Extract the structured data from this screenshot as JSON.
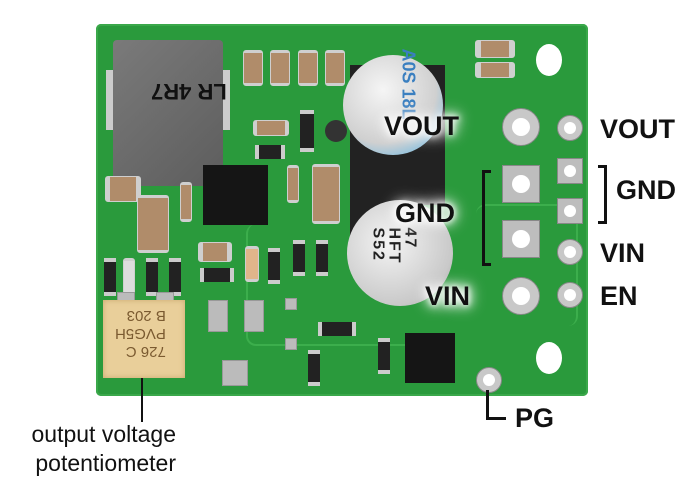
{
  "labels": {
    "vout_large": "VOUT",
    "vout_small": "VOUT",
    "gnd_left": "GND",
    "gnd_right": "GND",
    "vin_large": "VIN",
    "vin_small": "VIN",
    "en": "EN",
    "pg": "PG",
    "pot_line1": "output voltage",
    "pot_line2": "potentiometer"
  },
  "markings": {
    "inductor": "LR 4R7",
    "cap_top": "A0S 18L",
    "cap_bottom": [
      "47",
      "HFT",
      "S52"
    ],
    "pot": [
      "726 C",
      "PVG5H",
      "B 203"
    ]
  },
  "colors": {
    "board": "#2a9a3c",
    "pot": "#e9cf9a"
  }
}
